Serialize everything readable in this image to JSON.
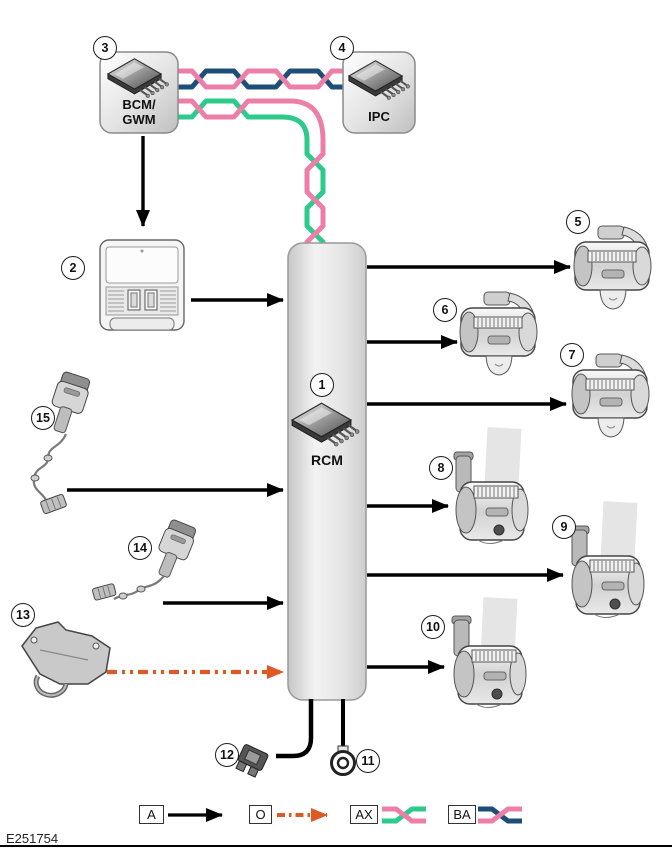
{
  "figure_id": "E251754",
  "colors": {
    "pink": "#ec7ea7",
    "green": "#2ec98c",
    "navy": "#1d4e79",
    "orange": "#dc5a26",
    "arrow_black": "#000000"
  },
  "modules": {
    "rcm": {
      "label": "RCM"
    },
    "bcm_gwm": {
      "label": "BCM/\nGWM"
    },
    "ipc": {
      "label": "IPC"
    }
  },
  "callouts": {
    "1": "1",
    "2": "2",
    "3": "3",
    "4": "4",
    "5": "5",
    "6": "6",
    "7": "7",
    "8": "8",
    "9": "9",
    "10": "10",
    "11": "11",
    "12": "12",
    "13": "13",
    "14": "14",
    "15": "15"
  },
  "legend": {
    "items": [
      {
        "code": "A",
        "meaning_icon": "solid-black-arrow"
      },
      {
        "code": "O",
        "meaning_icon": "orange-dash-dot-arrow"
      },
      {
        "code": "AX",
        "meaning_icon": "twisted-pair-pink-green"
      },
      {
        "code": "BA",
        "meaning_icon": "twisted-pair-pink-navy"
      }
    ]
  },
  "components": {
    "1": "rcm-module",
    "2": "overhead-console",
    "3": "bcm-gwm-module",
    "4": "ipc-module",
    "5": "retractor-pretensioner",
    "6": "retractor-pretensioner",
    "7": "retractor-pretensioner",
    "8": "buckle-pretensioner",
    "9": "buckle-pretensioner",
    "10": "buckle-pretensioner",
    "11": "ground-eyelet-terminal",
    "12": "inline-connector",
    "13": "anchor-bracket-with-wire-loop",
    "14": "seatbelt-buckle-with-pigtail",
    "15": "seatbelt-buckle-with-pigtail"
  }
}
